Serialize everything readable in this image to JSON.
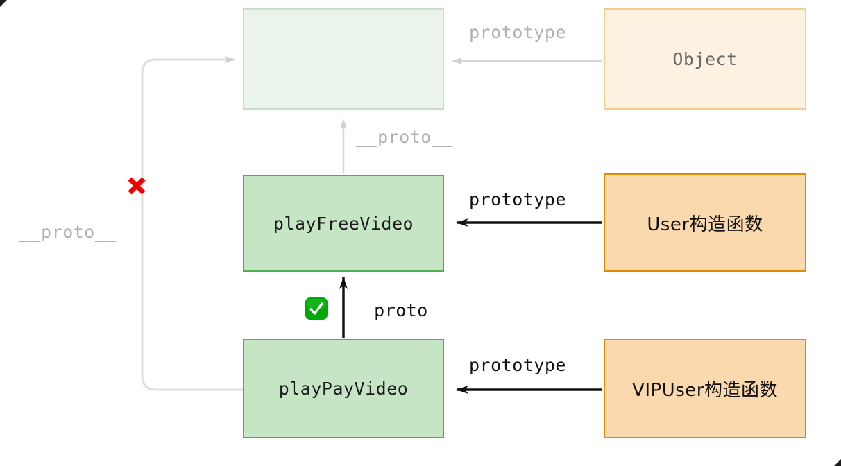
{
  "diagram": {
    "title": "JavaScript prototype chain diagram",
    "colors": {
      "faded_line": "#d0d0d0",
      "solid_line": "#111111",
      "green_fill": "#c5e5c5",
      "green_border": "#4caf50",
      "green_pale_fill": "#eaf4ea",
      "green_pale_border": "#c5e1c5",
      "orange_fill": "#fbd9ae",
      "orange_border": "#e08a02",
      "cream_fill": "#fdf1e2",
      "cream_border": "#f4ce8c",
      "error_mark": "#ee0000",
      "ok_mark": "#00a806"
    },
    "nodes": {
      "object_prototype": "",
      "object": "Object",
      "play_free_video": "playFreeVideo",
      "user_constructor": "User构造函数",
      "play_pay_video": "playPayVideo",
      "vipuser_constructor": "VIPUser构造函数"
    },
    "edge_labels": {
      "prototype_object": "prototype",
      "proto_free_to_objproto": "__proto__",
      "prototype_user": "prototype",
      "proto_pay_to_free": "__proto__",
      "prototype_vipuser": "prototype",
      "proto_pay_to_objproto": "__proto__"
    },
    "marks": {
      "cross": "cross-mark-emoji",
      "check": "check-mark-emoji"
    }
  }
}
